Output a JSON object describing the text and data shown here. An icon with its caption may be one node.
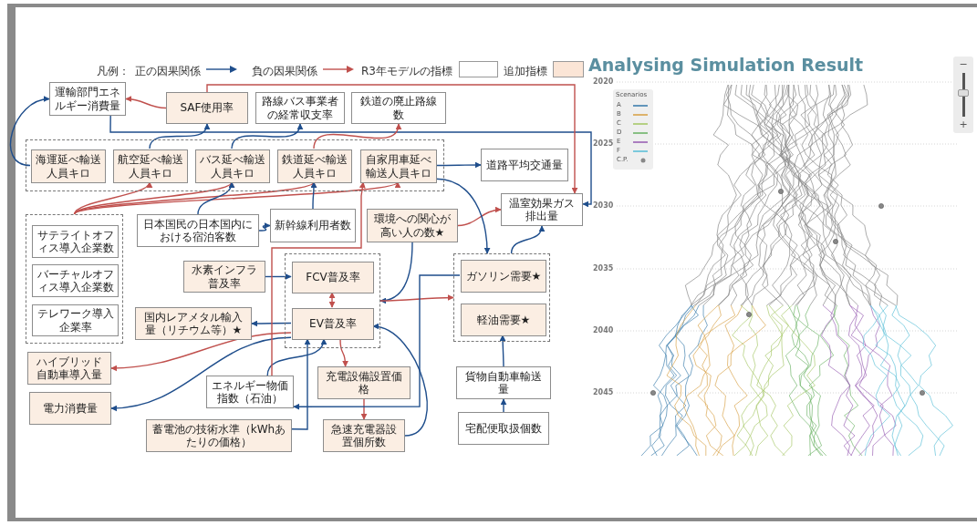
{
  "diagram": {
    "nodes": [
      {
        "text": [
          "運輸部門エネルギー消費量"
        ]
      },
      {
        "text": [
          "SAF使用率"
        ]
      },
      {
        "text": [
          "路線バス事業者の経常収支率"
        ]
      },
      {
        "text": [
          "鉄道の廃止路線数"
        ]
      },
      {
        "text": [],
        "shape": "box"
      },
      {
        "text": [
          "海運延べ輸送人員キロ"
        ],
        "in": 4
      },
      {
        "text": [
          "航空延べ輸送人員キロ"
        ],
        "in": 4
      },
      {
        "text": [
          "バス延べ輸送人員キロ"
        ],
        "in": 4
      },
      {
        "text": [
          "鉄道延べ輸送人員キロ"
        ],
        "in": 4
      },
      {
        "text": [
          "自家用車延べ輸送人員キロ"
        ],
        "in": 4
      },
      {
        "text": [
          "道路平均交通量"
        ]
      },
      {
        "text": [
          "温室効果ガス排出量"
        ]
      },
      {
        "text": [],
        "shape": "box"
      },
      {
        "text": [
          "サテライトオフィス導入企業数"
        ],
        "in": 12
      },
      {
        "text": [
          "バーチャルオフィス導入企業数"
        ],
        "in": 12
      },
      {
        "text": [
          "テレワーク導入企業率"
        ],
        "in": 12
      },
      {
        "text": [
          "日本国民の日本国内における宿泊客数"
        ]
      },
      {
        "text": [
          "新幹線利用者数"
        ]
      },
      {
        "text": [
          "環境への関心が高い人の数★"
        ]
      },
      {
        "text": [
          "水素インフラ普及率"
        ]
      },
      {
        "text": [],
        "shape": "box"
      },
      {
        "text": [
          "FCV普及率"
        ],
        "in": 20
      },
      {
        "text": [
          "EV普及率"
        ],
        "in": 20
      },
      {
        "text": [],
        "shape": "box"
      },
      {
        "text": [
          "ガソリン需要★"
        ],
        "in": 23
      },
      {
        "text": [
          "軽油需要★"
        ],
        "in": 23
      },
      {
        "text": [
          "国内レアメタル輸入量（リチウム等）★"
        ]
      },
      {
        "text": [
          "ハイブリッド自動車導入量"
        ]
      },
      {
        "text": [
          "電力消費量"
        ]
      },
      {
        "text": [
          "エネルギー物価指数（石油）"
        ]
      },
      {
        "text": [
          "充電設備設置価格"
        ]
      },
      {
        "text": [
          "蓄電池の技術水準（kWhあたりの価格）"
        ]
      },
      {
        "text": [
          "急速充電器設置個所数"
        ]
      },
      {
        "text": [
          "貨物自動車輸送量"
        ]
      },
      {
        "text": [
          "宅配便取扱個数"
        ]
      }
    ],
    "edges": [
      {
        "from": 5,
        "to": 0,
        "arrow": "to"
      },
      {
        "from": 1,
        "to": 0,
        "arrow": "to",
        "color": "#c0504d"
      },
      {
        "from": 0,
        "to": 11,
        "arrow": "to"
      },
      {
        "from": 1,
        "to": 11,
        "arrow": "to",
        "color": "#c0504d"
      },
      {
        "from": 6,
        "to": 1,
        "arrow": "to"
      },
      {
        "from": 7,
        "to": 2,
        "arrow": "to"
      },
      {
        "from": 8,
        "to": 3,
        "arrow": "to",
        "color": "#c0504d"
      },
      {
        "from": 9,
        "to": 10,
        "arrow": "to"
      },
      {
        "from": 12,
        "to": 6,
        "arrow": "to",
        "color": "#c0504d"
      },
      {
        "from": 12,
        "to": 7,
        "arrow": "to",
        "color": "#c0504d"
      },
      {
        "from": 12,
        "to": 8,
        "arrow": "to",
        "color": "#c0504d"
      },
      {
        "from": 12,
        "to": 9,
        "arrow": "to",
        "color": "#c0504d"
      },
      {
        "from": 16,
        "to": 7,
        "arrow": "to"
      },
      {
        "from": 16,
        "to": 17,
        "arrow": "to"
      },
      {
        "from": 17,
        "to": 8,
        "arrow": "to"
      },
      {
        "from": 18,
        "to": 11,
        "arrow": "to",
        "color": "#c0504d"
      },
      {
        "from": 18,
        "to": 20,
        "arrow": "to"
      },
      {
        "from": 20,
        "to": 23,
        "arrow": "to",
        "color": "#c0504d"
      },
      {
        "from": 21,
        "to": 22,
        "arrow": "both",
        "color": "#c0504d"
      },
      {
        "from": 22,
        "to": 30,
        "arrow": "to",
        "color": "#c0504d"
      },
      {
        "from": 30,
        "to": 32,
        "arrow": "to",
        "color": "#c0504d"
      },
      {
        "from": 22,
        "to": 26,
        "arrow": "to"
      },
      {
        "from": 22,
        "to": 27,
        "arrow": "to",
        "color": "#c0504d"
      },
      {
        "from": 22,
        "to": 28,
        "arrow": "to"
      },
      {
        "from": 19,
        "to": 21,
        "arrow": "to"
      },
      {
        "from": 29,
        "to": 22,
        "arrow": "to"
      },
      {
        "from": 31,
        "to": 22,
        "arrow": "to"
      },
      {
        "from": 24,
        "to": 29,
        "arrow": "to"
      },
      {
        "from": 32,
        "to": 22,
        "arrow": "to"
      },
      {
        "from": 29,
        "to": 9,
        "arrow": "to",
        "color": "#c0504d"
      },
      {
        "from": 9,
        "to": 23,
        "arrow": "to"
      },
      {
        "from": 23,
        "to": 11,
        "arrow": "to"
      },
      {
        "from": 33,
        "to": 25,
        "arrow": "to"
      },
      {
        "from": 34,
        "to": 33,
        "arrow": "to"
      }
    ],
    "labels": [
      "凡例：",
      "Analysing Simulation Result",
      "2020",
      "2025",
      "2030",
      "2035",
      "2040",
      "2045",
      "Scenarios",
      "−",
      "+"
    ],
    "legend": [
      {
        "text": "正の因果関係"
      },
      {
        "text": "負の因果関係"
      },
      {
        "text": "R3年モデルの指標",
        "color": "#ffffff"
      },
      {
        "text": "追加指標",
        "color": "#fbe5d6"
      },
      {
        "text": "A"
      },
      {
        "text": "B"
      },
      {
        "text": "C"
      },
      {
        "text": "D"
      },
      {
        "text": "E"
      },
      {
        "text": "F"
      },
      {
        "text": "C.P."
      }
    ]
  }
}
